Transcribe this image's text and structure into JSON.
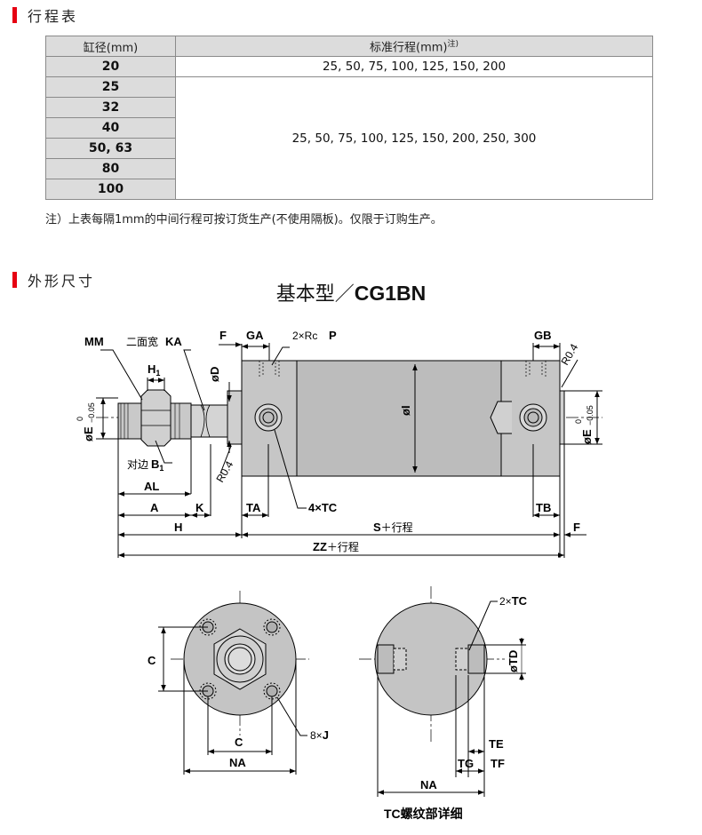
{
  "sections": {
    "stroke_title": "行程表",
    "outline_title": "外形尺寸"
  },
  "stroke_table": {
    "header_bore": "缸径(mm)",
    "header_stroke": "标准行程(mm)",
    "header_note_mark": "注)",
    "rows": [
      {
        "bore": "20",
        "strokes": "25, 50, 75, 100, 125, 150, 200"
      },
      {
        "bore": "25"
      },
      {
        "bore": "32"
      },
      {
        "bore": "40"
      },
      {
        "bore": "50, 63"
      },
      {
        "bore": "80"
      },
      {
        "bore": "100"
      }
    ],
    "group_strokes": "25, 50, 75, 100, 125, 150, 200, 250, 300"
  },
  "note": "注）上表每隔1mm的中间行程可按订货生产(不使用隔板)。仅限于订购生产。",
  "diagram": {
    "title_cn": "基本型／",
    "title_model": "CG1BN",
    "labels": {
      "MM": "MM",
      "KA_prefix": "二面宽",
      "KA": "KA",
      "H1": "H",
      "H1_sub": "1",
      "D": "øD",
      "F": "F",
      "GA": "GA",
      "P_prefix": "2×Rc",
      "P": "P",
      "GB": "GB",
      "R04": "R0.4",
      "I": "øI",
      "E": "øE",
      "E_sup": "0",
      "E_sub": "−0.05",
      "B1_prefix": "对边",
      "B1": "B",
      "B1_sub": "1",
      "AL": "AL",
      "A": "A",
      "K": "K",
      "TA": "TA",
      "TC4": "4×TC",
      "TB": "TB",
      "H": "H",
      "S": "S",
      "S_suffix": "＋行程",
      "ZZ": "ZZ",
      "ZZ_suffix": "＋行程",
      "C": "C",
      "NA": "NA",
      "J_prefix": "8×",
      "J": "J",
      "TC2_prefix": "2×",
      "TC2": "TC",
      "TD": "øTD",
      "TE": "TE",
      "TG": "TG",
      "TF": "TF",
      "detail_caption": "TC螺纹部详细"
    }
  }
}
